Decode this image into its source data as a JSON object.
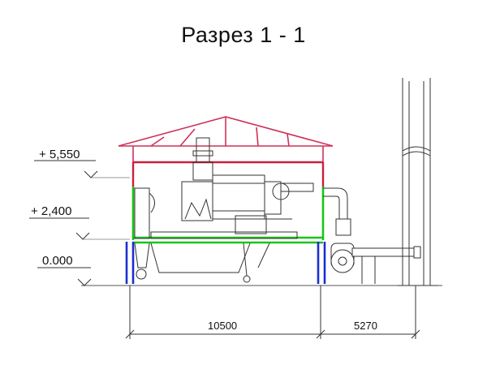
{
  "title": "Разрез 1 - 1",
  "levels": [
    {
      "label": "+ 5,550"
    },
    {
      "label": "+ 2,400"
    },
    {
      "label": "0.000"
    }
  ],
  "dimensions": [
    {
      "label": "10500"
    },
    {
      "label": "5270"
    }
  ],
  "colors": {
    "roof": "#d0305a",
    "upper_frame": "#cc1f3f",
    "middle_frame": "#19c419",
    "lower_frame": "#1a2fd0",
    "equipment": "#333333"
  }
}
